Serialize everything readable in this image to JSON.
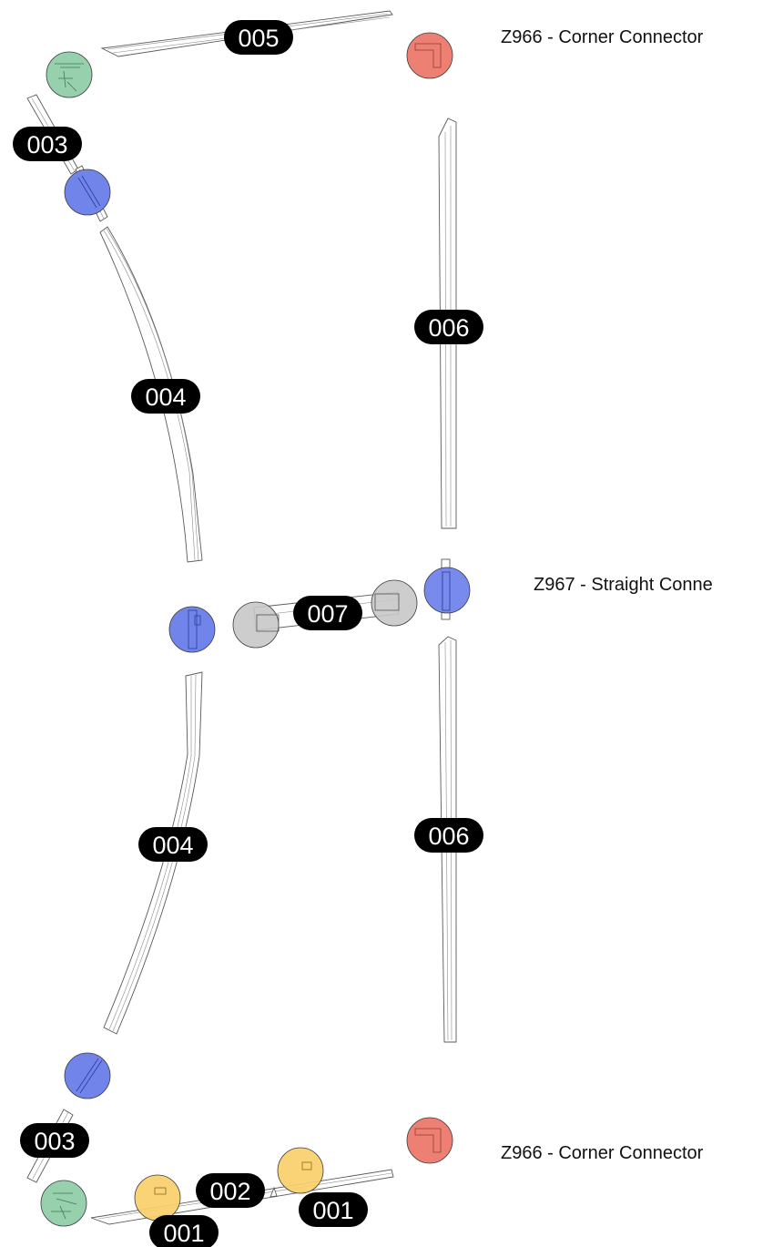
{
  "colors": {
    "badge_fill": "#000000",
    "badge_text": "#ffffff",
    "connector_colors": {
      "corner": "#ee8073",
      "straight": "#c8c8c8",
      "blue": "#7184ea",
      "green": "#96d0ad",
      "yellow": "#f8cf6a"
    }
  },
  "captions": [
    {
      "id": "caption-corner-top",
      "text": "Z966 - Corner Connector"
    },
    {
      "id": "caption-straight",
      "text": "Z967 - Straight Conne"
    },
    {
      "id": "caption-corner-bottom",
      "text": "Z966 - Corner Connector"
    }
  ],
  "badges": [
    {
      "id": "badge-005",
      "label": "005"
    },
    {
      "id": "badge-003-top",
      "label": "003"
    },
    {
      "id": "badge-006-upper",
      "label": "006"
    },
    {
      "id": "badge-004-upper",
      "label": "004"
    },
    {
      "id": "badge-007",
      "label": "007"
    },
    {
      "id": "badge-004-lower",
      "label": "004"
    },
    {
      "id": "badge-006-lower",
      "label": "006"
    },
    {
      "id": "badge-003-bottom",
      "label": "003"
    },
    {
      "id": "badge-002",
      "label": "002"
    },
    {
      "id": "badge-001-right",
      "label": "001"
    },
    {
      "id": "badge-001-left",
      "label": "001"
    }
  ],
  "connectors": [
    {
      "id": "corner-connector-top",
      "kind": "corner"
    },
    {
      "id": "green-connector-top",
      "kind": "green"
    },
    {
      "id": "blue-connector-top",
      "kind": "blue"
    },
    {
      "id": "blue-connector-mid-left",
      "kind": "blue"
    },
    {
      "id": "straight-connector-left",
      "kind": "straight"
    },
    {
      "id": "straight-connector-right",
      "kind": "straight"
    },
    {
      "id": "blue-connector-mid-right",
      "kind": "blue"
    },
    {
      "id": "blue-connector-bottom",
      "kind": "blue"
    },
    {
      "id": "corner-connector-bottom",
      "kind": "corner"
    },
    {
      "id": "yellow-connector-right",
      "kind": "yellow"
    },
    {
      "id": "yellow-connector-left",
      "kind": "yellow"
    },
    {
      "id": "green-connector-bottom",
      "kind": "green"
    }
  ]
}
